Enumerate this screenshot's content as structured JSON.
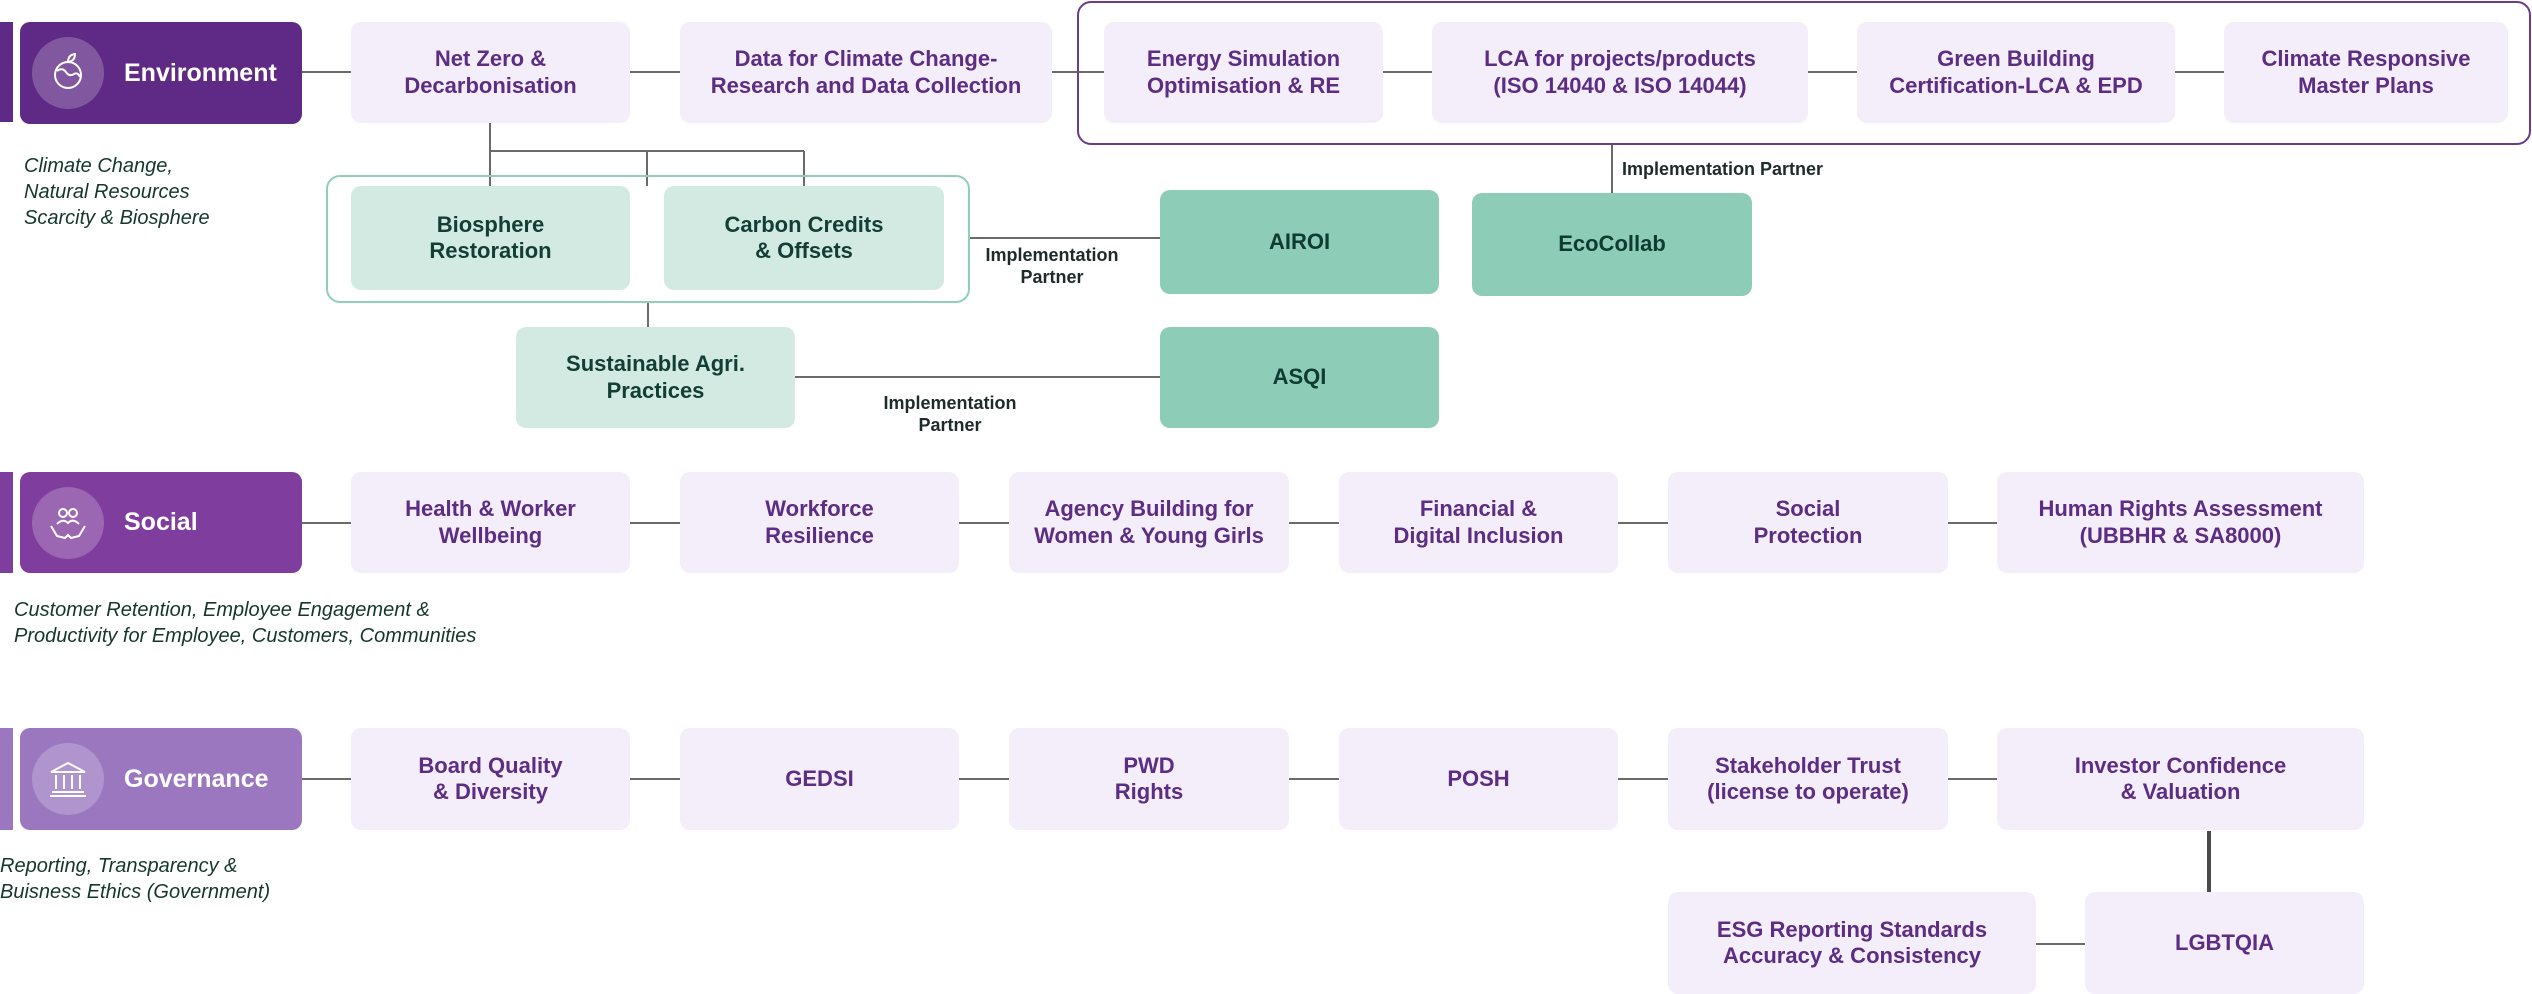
{
  "colors": {
    "environment": "#5e2a86",
    "social": "#7f3d9d",
    "governance": "#9a77bf",
    "pill_bg": "#f3eef9",
    "pill_text": "#5d2d83",
    "mint_bg": "#d2eae2",
    "partner_bg": "#8dcdb8"
  },
  "environment": {
    "label": "Environment",
    "icon": "globe-leaf-icon",
    "caption": "Climate Change,\nNatural Resources\nScarcity & Biosphere",
    "row": [
      "Net Zero &\nDecarbonisation",
      "Data for Climate Change-\nResearch and Data Collection",
      "Energy Simulation\nOptimisation & RE",
      "LCA for projects/products\n(ISO 14040 & ISO 14044)",
      "Green Building\nCertification-LCA & EPD",
      "Climate Responsive\nMaster Plans"
    ],
    "sub": [
      "Biosphere\nRestoration",
      "Carbon Credits\n& Offsets",
      "Sustainable Agri.\nPractices"
    ],
    "partners": [
      "AIROI",
      "EcoCollab",
      "ASQI"
    ],
    "partner_labels": [
      "Implementation\nPartner",
      "Implementation Partner",
      "Implementation\nPartner"
    ]
  },
  "social": {
    "label": "Social",
    "icon": "hands-people-icon",
    "caption": "Customer Retention, Employee Engagement &\nProductivity for Employee, Customers, Communities",
    "row": [
      "Health & Worker\nWellbeing",
      "Workforce\nResilience",
      "Agency Building for\nWomen & Young Girls",
      "Financial &\nDigital Inclusion",
      "Social\nProtection",
      "Human Rights Assessment\n(UBBHR & SA8000)"
    ]
  },
  "governance": {
    "label": "Governance",
    "icon": "institution-icon",
    "caption": "Reporting, Transparency &\nBuisness Ethics (Government)",
    "row": [
      "Board Quality\n& Diversity",
      "GEDSI",
      "PWD\nRights",
      "POSH",
      "Stakeholder Trust\n(license to operate)",
      "Investor Confidence\n& Valuation"
    ],
    "extra": [
      "ESG Reporting Standards\nAccuracy & Consistency",
      "LGBTQIA"
    ]
  }
}
